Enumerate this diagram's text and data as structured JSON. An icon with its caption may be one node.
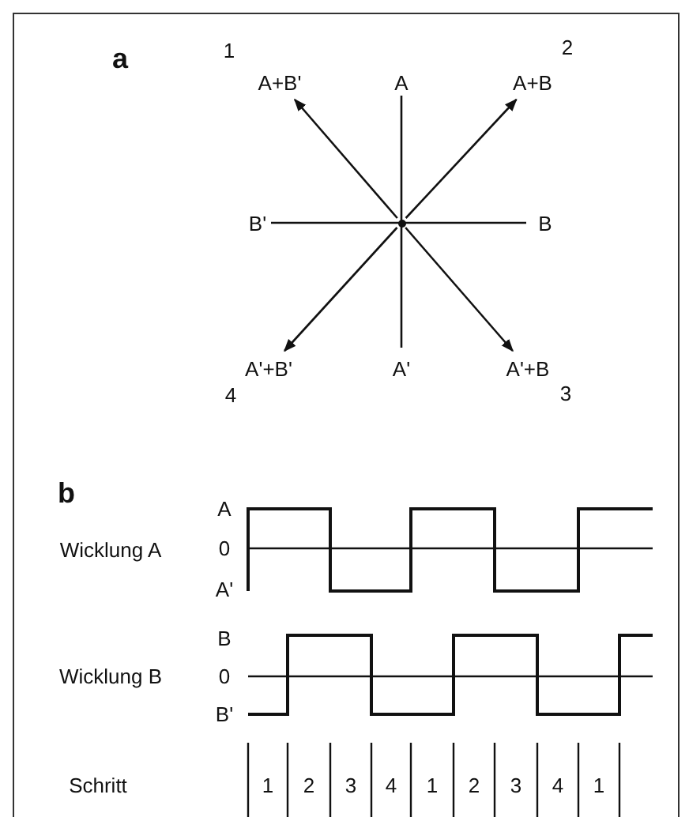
{
  "diagram": {
    "nodes": [
      {
        "text": [],
        "shape": "circle"
      },
      {
        "text": [
          "A+B'"
        ],
        "beside": [
          "1"
        ]
      },
      {
        "text": [
          "A"
        ]
      },
      {
        "text": [
          "A+B"
        ],
        "beside": [
          "2"
        ]
      },
      {
        "text": [
          "B'"
        ]
      },
      {
        "text": [
          "B"
        ]
      },
      {
        "text": [
          "A'+B'"
        ],
        "beside": [
          "4"
        ]
      },
      {
        "text": [
          "A'"
        ]
      },
      {
        "text": [
          "A'+B"
        ],
        "beside": [
          "3"
        ]
      }
    ],
    "edges": [
      {
        "from": 0,
        "to": 1,
        "arrow": "to"
      },
      {
        "from": 0,
        "to": 3,
        "arrow": "to"
      },
      {
        "from": 0,
        "to": 8,
        "arrow": "to"
      },
      {
        "from": 0,
        "to": 6,
        "arrow": "to"
      },
      {
        "from": 2,
        "to": 7,
        "arrow": "none"
      },
      {
        "from": 4,
        "to": 5,
        "arrow": "none"
      }
    ],
    "labels": [
      "a",
      "b",
      "A",
      "Wicklung A",
      "0",
      "A'",
      "B",
      "Wicklung B",
      "0",
      "B'",
      "Schritt",
      "1",
      "2",
      "3",
      "4",
      "1",
      "2",
      "3",
      "4",
      "1"
    ]
  }
}
